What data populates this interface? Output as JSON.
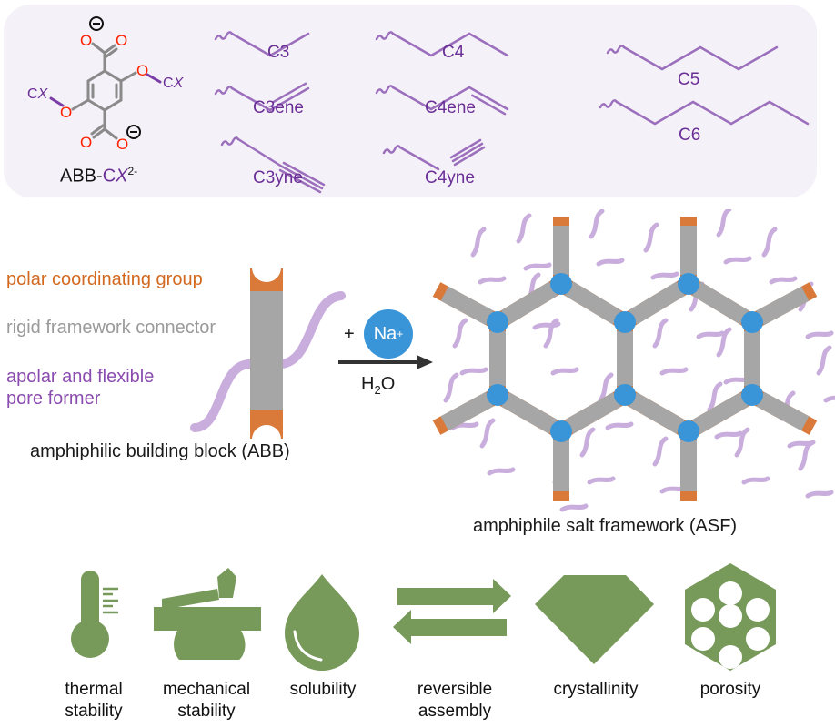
{
  "top_panel": {
    "molecule": {
      "substituent_label": "CX",
      "substituent_c": "C",
      "substituent_x": "X",
      "oxygen": "O",
      "charge": "−",
      "name_prefix": "ABB-",
      "name_c": "C",
      "name_x": "X",
      "name_charge": "2-"
    },
    "chains": [
      {
        "label": "C3",
        "type": "alkyl",
        "carbons": 3
      },
      {
        "label": "C3ene",
        "type": "alkene",
        "carbons": 3
      },
      {
        "label": "C3yne",
        "type": "alkyne",
        "carbons": 3
      },
      {
        "label": "C4",
        "type": "alkyl",
        "carbons": 4
      },
      {
        "label": "C4ene",
        "type": "alkene",
        "carbons": 4
      },
      {
        "label": "C4yne",
        "type": "alkyne",
        "carbons": 4
      },
      {
        "label": "C5",
        "type": "alkyl",
        "carbons": 5
      },
      {
        "label": "C6",
        "type": "alkyl",
        "carbons": 6
      }
    ]
  },
  "abb": {
    "legend": {
      "polar": "polar coordinating group",
      "rigid": "rigid framework connector",
      "apolar_line1": "apolar and flexible",
      "apolar_line2": "pore former"
    },
    "caption": "amphiphilic building block (ABB)"
  },
  "reaction": {
    "plus": "+",
    "ion": "Na",
    "ion_charge": "+",
    "solvent_h": "H",
    "solvent_sub": "2",
    "solvent_o": "O"
  },
  "asf": {
    "caption": "amphiphile salt framework (ASF)"
  },
  "properties": [
    {
      "icon": "thermometer-icon",
      "line1": "thermal",
      "line2": "stability"
    },
    {
      "icon": "hammer-anvil-icon",
      "line1": "mechanical",
      "line2": "stability"
    },
    {
      "icon": "droplet-icon",
      "line1": "solubility",
      "line2": ""
    },
    {
      "icon": "reversible-arrows-icon",
      "line1": "reversible",
      "line2": "assembly"
    },
    {
      "icon": "crystal-icon",
      "line1": "crystallinity",
      "line2": ""
    },
    {
      "icon": "porous-hexagon-icon",
      "line1": "porosity",
      "line2": ""
    }
  ],
  "colors": {
    "panel_bg": "#f4f1f8",
    "chain": "#9c6fbd",
    "chain_text": "#6a2f96",
    "oxygen": "#ff2200",
    "bond_grey": "#8a8a8a",
    "polar_orange": "#d97a3a",
    "connector_grey": "#a6a6a6",
    "pore_lilac": "#c9aedd",
    "sodium_blue": "#3a95d8",
    "icon_green": "#77995a",
    "arrow_dark": "#333333"
  }
}
